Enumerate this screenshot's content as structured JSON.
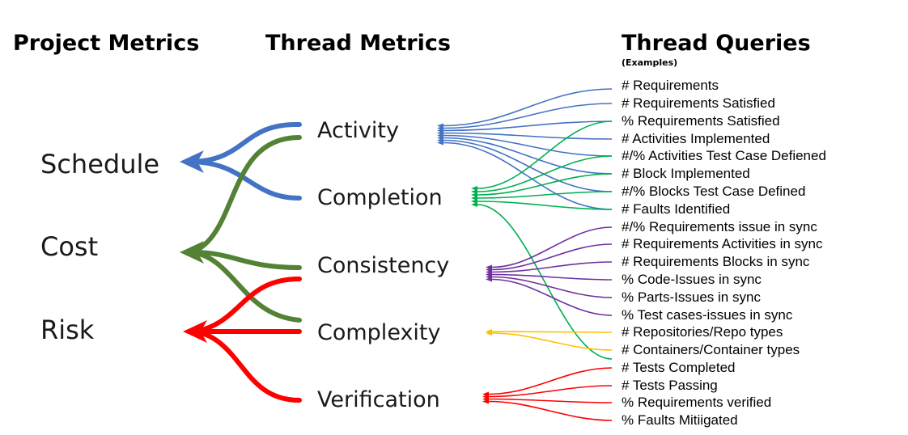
{
  "headers": {
    "project_metrics": "Project Metrics",
    "thread_metrics": "Thread Metrics",
    "thread_queries": "Thread Queries",
    "thread_queries_note": "(Examples)"
  },
  "project_metrics": [
    "Schedule",
    "Cost",
    "Risk"
  ],
  "thread_metrics": [
    "Activity",
    "Completion",
    "Consistency",
    "Complexity",
    "Verification"
  ],
  "queries": [
    "# Requirements",
    "# Requirements Satisfied",
    "% Requirements Satisfied",
    "# Activities Implemented",
    "#/% Activities Test Case Defiened",
    "# Block Implemented",
    "#/% Blocks Test Case Defined",
    "# Faults Identified",
    "#/% Requirements issue in sync",
    "# Requirements Activities in sync",
    "# Requirements Blocks in sync",
    "% Code-Issues in sync",
    "% Parts-Issues in sync",
    "% Test cases-issues in sync",
    "# Repositories/Repo types",
    "# Containers/Container types",
    "# Tests Completed",
    "# Tests Passing",
    "% Requirements verified",
    "% Faults Mitiigated"
  ],
  "colors": {
    "schedule_blue": "#4472c4",
    "cost_green": "#548235",
    "risk_red": "#ff0000",
    "activity_blue": "#4472c4",
    "completion_green": "#00b050",
    "consistency_purple": "#7030a0",
    "complexity_yellow": "#ffc000",
    "verification_red": "#ff0000"
  },
  "icons": [
    "arrowhead-icon"
  ]
}
